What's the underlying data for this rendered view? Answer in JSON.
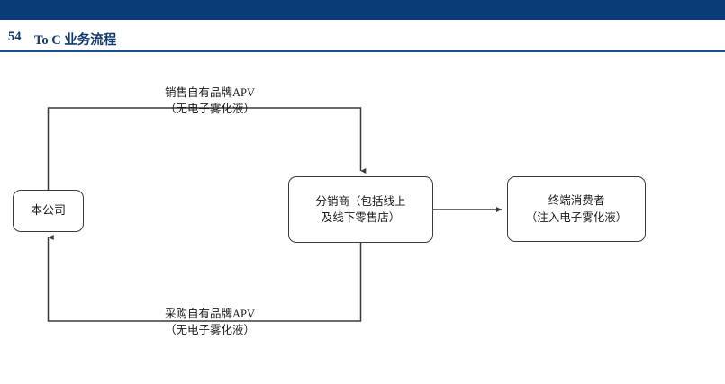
{
  "header": {
    "page_number": "54",
    "title": "To C 业务流程",
    "bar_color": "#0a3c78",
    "rule_color": "#1c4f93",
    "title_color": "#12396e"
  },
  "diagram": {
    "type": "flowchart",
    "line_color": "#3a3a3a",
    "nodes": [
      {
        "id": "company",
        "label": "本公司"
      },
      {
        "id": "distributor",
        "label": "分销商（包括线上\n及线下零售店）"
      },
      {
        "id": "consumer",
        "label": "终端消费者\n（注入电子雾化液）"
      }
    ],
    "edges": [
      {
        "id": "sell",
        "from": "company",
        "to": "distributor",
        "label": "销售自有品牌APV\n（无电子雾化液）",
        "direction": "company-to-distributor"
      },
      {
        "id": "purchase",
        "from": "distributor",
        "to": "company",
        "label": "采购自有品牌APV\n（无电子雾化液）",
        "direction": "distributor-to-company"
      },
      {
        "id": "supply",
        "from": "distributor",
        "to": "consumer",
        "label": "",
        "direction": "distributor-to-consumer"
      }
    ]
  }
}
